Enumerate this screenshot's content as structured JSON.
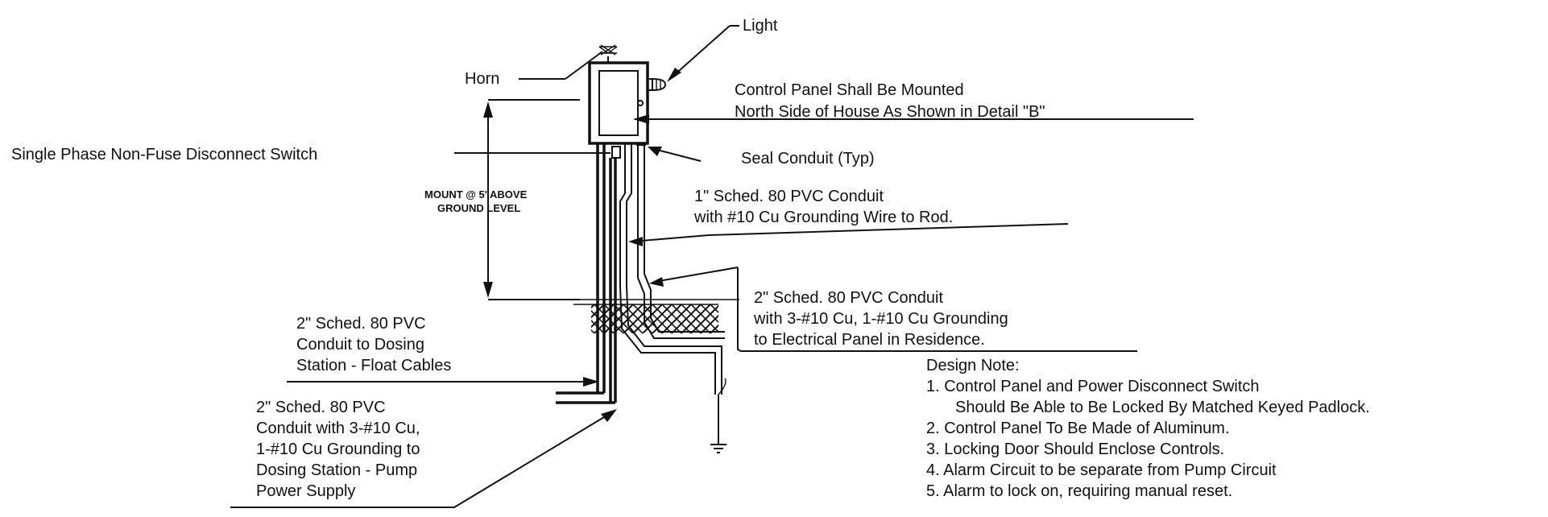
{
  "labels": {
    "light": "Light",
    "horn": "Horn",
    "panel_note_1": "Control Panel Shall Be Mounted",
    "panel_note_2": "North Side of House As Shown in Detail \"B\"",
    "disconnect": "Single Phase Non-Fuse Disconnect Switch",
    "seal": "Seal Conduit (Typ)",
    "mount_1": "MOUNT @ 5' ABOVE",
    "mount_2": "GROUND LEVEL",
    "conduit1_1": "1\" Sched. 80 PVC Conduit",
    "conduit1_2": "with #10 Cu Grounding Wire to Rod.",
    "conduit2_res_1": "2\" Sched. 80 PVC Conduit",
    "conduit2_res_2": "with 3-#10 Cu, 1-#10 Cu Grounding",
    "conduit2_res_3": "to Electrical Panel in Residence.",
    "float_1": "2\" Sched. 80 PVC",
    "float_2": "Conduit to Dosing",
    "float_3": "Station - Float Cables",
    "pump_1": "2\" Sched. 80 PVC",
    "pump_2": "Conduit with 3-#10 Cu,",
    "pump_3": "1-#10 Cu Grounding to",
    "pump_4": "Dosing Station - Pump",
    "pump_5": "Power Supply"
  },
  "design_note": {
    "title": "Design Note:",
    "items": [
      "1. Control Panel and Power Disconnect Switch",
      "Should Be Able to Be Locked By Matched Keyed Padlock.",
      "2. Control Panel To Be Made of Aluminum.",
      "3. Locking Door Should Enclose Controls.",
      "4. Alarm Circuit to be separate from Pump Circuit",
      "5. Alarm to lock on, requiring manual reset."
    ]
  }
}
